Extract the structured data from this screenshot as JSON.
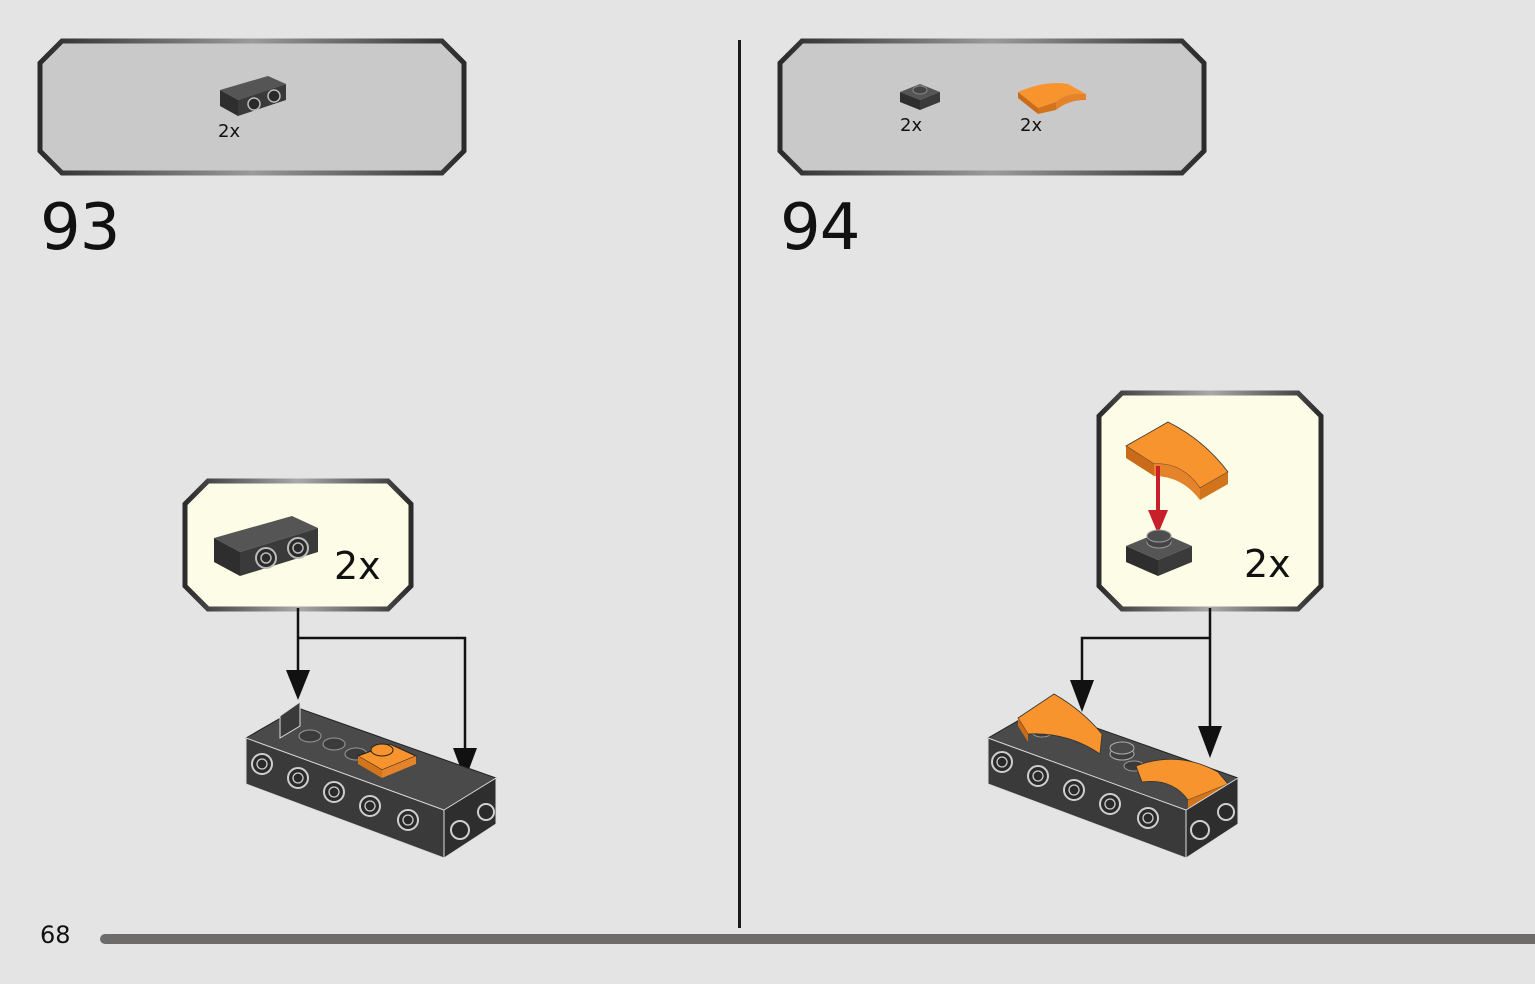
{
  "page": {
    "number": "68"
  },
  "steps": [
    {
      "number": "93",
      "parts": [
        {
          "part": "dark-gray-bracket-plate",
          "color": "#3a3a3a",
          "quantity": "2x"
        }
      ],
      "callout": {
        "quantity": "2x",
        "background": "#fdfce6"
      }
    },
    {
      "number": "94",
      "parts": [
        {
          "part": "dark-gray-plate-1x1",
          "color": "#3a3a3a",
          "quantity": "2x"
        },
        {
          "part": "orange-curved-slope",
          "color": "#f7942e",
          "quantity": "2x"
        }
      ],
      "callout": {
        "quantity": "2x",
        "background": "#fdfce6"
      }
    }
  ],
  "colors": {
    "brick_dark": "#3a3a3a",
    "brick_orange": "#f7942e",
    "arrow_red": "#c8202a"
  }
}
